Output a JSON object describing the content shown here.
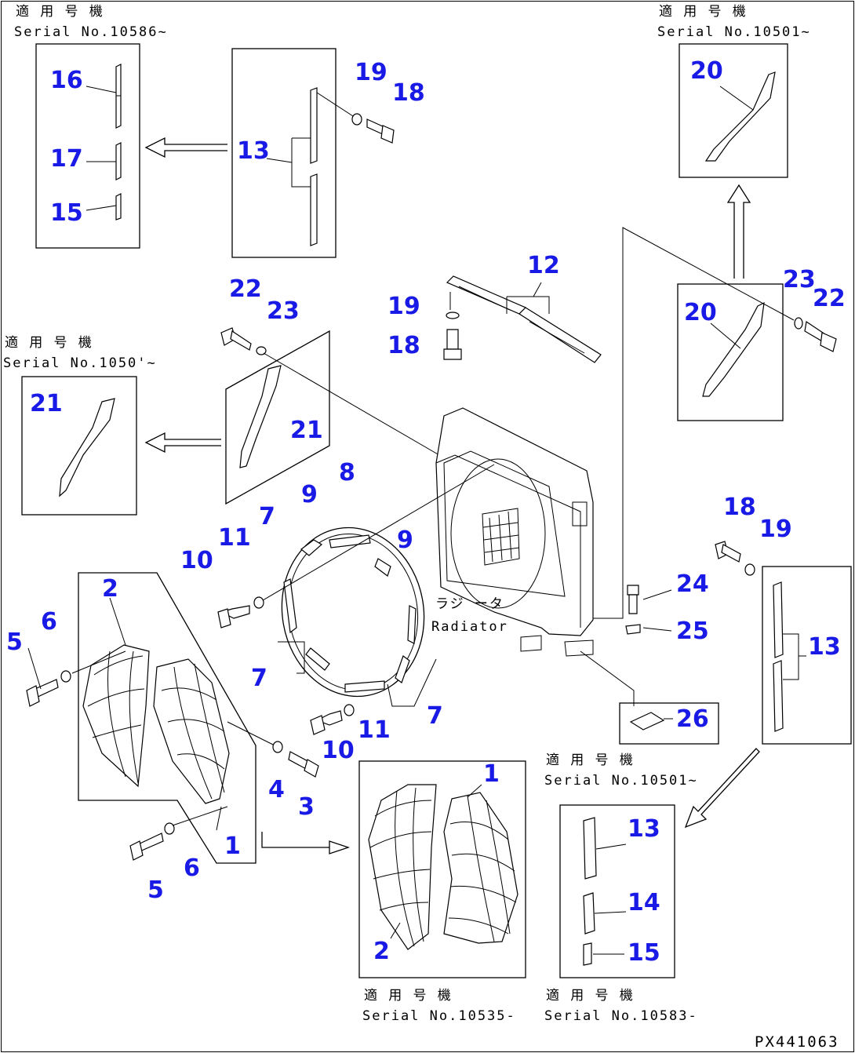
{
  "diagram": {
    "doc_id": "PX441063",
    "serial_label_jp": "適 用 号 機",
    "notes": {
      "top_left": "Serial No.10586~",
      "top_right": "Serial No.10501~",
      "mid_left": "Serial No.1050'~",
      "mid_right": "Serial No.10501~",
      "bottom_mid": "Serial No.10535-",
      "bottom_right": "Serial No.10583-"
    },
    "radiator_jp": "ラジ ータ",
    "radiator_en": "Radiator",
    "callouts": [
      {
        "id": "c16",
        "text": "16"
      },
      {
        "id": "c17",
        "text": "17"
      },
      {
        "id": "c15a",
        "text": "15"
      },
      {
        "id": "c13a",
        "text": "13"
      },
      {
        "id": "c19a",
        "text": "19"
      },
      {
        "id": "c18a",
        "text": "18"
      },
      {
        "id": "c20a",
        "text": "20"
      },
      {
        "id": "c12",
        "text": "12"
      },
      {
        "id": "c19b",
        "text": "19"
      },
      {
        "id": "c18b",
        "text": "18"
      },
      {
        "id": "c22a",
        "text": "22"
      },
      {
        "id": "c23a",
        "text": "23"
      },
      {
        "id": "c21a",
        "text": "21"
      },
      {
        "id": "c21b",
        "text": "21"
      },
      {
        "id": "c20b",
        "text": "20"
      },
      {
        "id": "c23b",
        "text": "23"
      },
      {
        "id": "c22b",
        "text": "22"
      },
      {
        "id": "c8",
        "text": "8"
      },
      {
        "id": "c9a",
        "text": "9"
      },
      {
        "id": "c7a",
        "text": "7"
      },
      {
        "id": "c11a",
        "text": "11"
      },
      {
        "id": "c10a",
        "text": "10"
      },
      {
        "id": "c9b",
        "text": "9"
      },
      {
        "id": "c2a",
        "text": "2"
      },
      {
        "id": "c6a",
        "text": "6"
      },
      {
        "id": "c5a",
        "text": "5"
      },
      {
        "id": "c7b",
        "text": "7"
      },
      {
        "id": "c7c",
        "text": "7"
      },
      {
        "id": "c10b",
        "text": "10"
      },
      {
        "id": "c11b",
        "text": "11"
      },
      {
        "id": "c4",
        "text": "4"
      },
      {
        "id": "c3",
        "text": "3"
      },
      {
        "id": "c1a",
        "text": "1"
      },
      {
        "id": "c6b",
        "text": "6"
      },
      {
        "id": "c5b",
        "text": "5"
      },
      {
        "id": "c18c",
        "text": "18"
      },
      {
        "id": "c19c",
        "text": "19"
      },
      {
        "id": "c24",
        "text": "24"
      },
      {
        "id": "c25",
        "text": "25"
      },
      {
        "id": "c13b",
        "text": "13"
      },
      {
        "id": "c26",
        "text": "26"
      },
      {
        "id": "c1b",
        "text": "1"
      },
      {
        "id": "c2b",
        "text": "2"
      },
      {
        "id": "c13c",
        "text": "13"
      },
      {
        "id": "c14",
        "text": "14"
      },
      {
        "id": "c15b",
        "text": "15"
      }
    ]
  }
}
